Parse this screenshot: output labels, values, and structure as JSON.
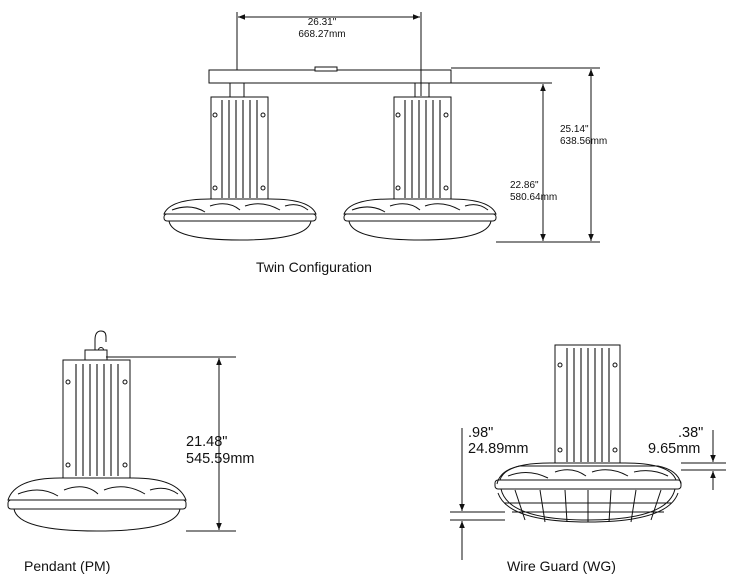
{
  "twin": {
    "caption": "Twin Configuration",
    "width_in": "26.31\"",
    "width_mm": "668.27mm",
    "lamp_height_in": "22.86\"",
    "lamp_height_mm": "580.64mm",
    "total_height_in": "25.14\"",
    "total_height_mm": "638.56mm"
  },
  "pendant": {
    "caption": "Pendant (PM)",
    "height_in": "21.48\"",
    "height_mm": "545.59mm"
  },
  "wire_guard": {
    "caption": "Wire Guard (WG)",
    "guard_depth_in": ".98\"",
    "guard_depth_mm": "24.89mm",
    "offset_in": ".38\"",
    "offset_mm": "9.65mm"
  }
}
